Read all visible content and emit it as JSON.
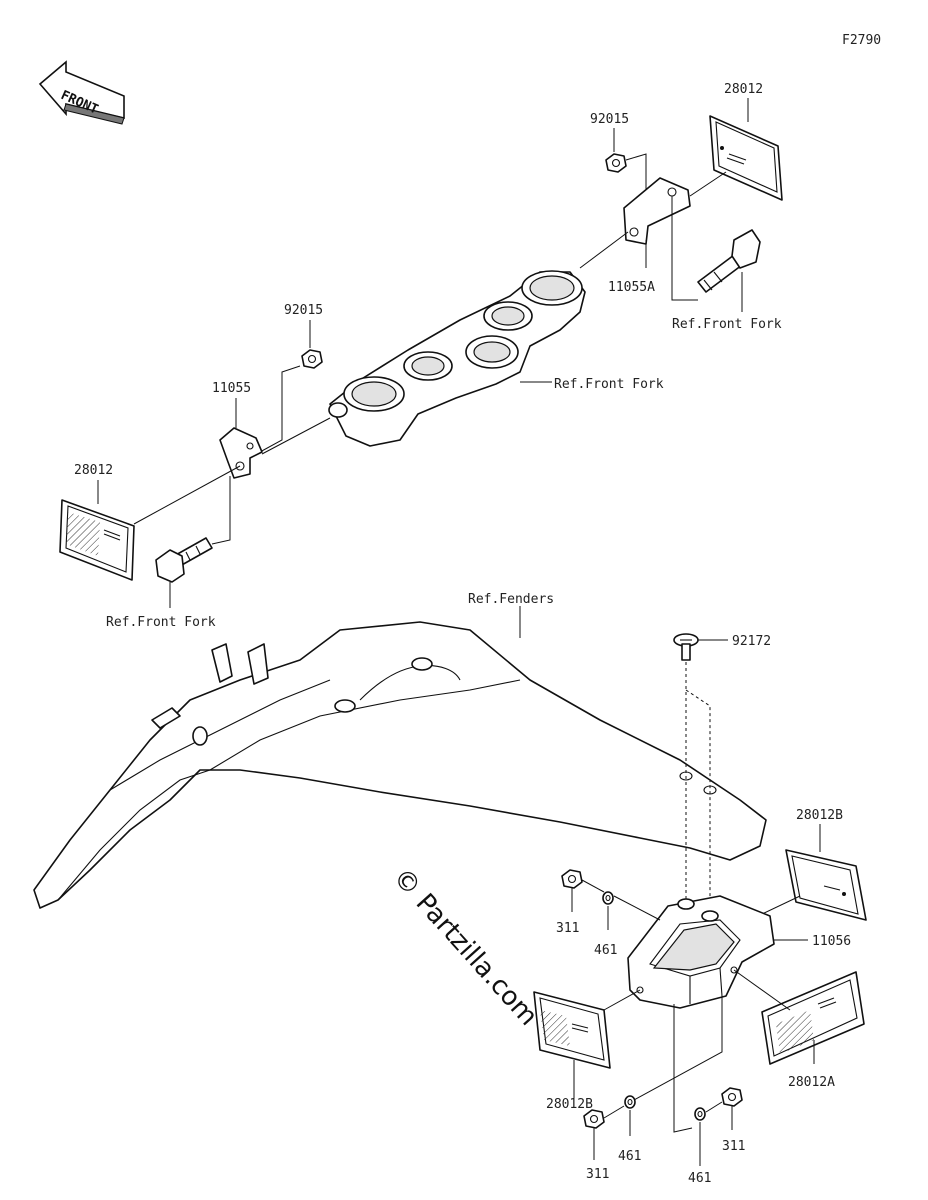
{
  "figure_code": "F2790",
  "front_arrow_label": "FRONT",
  "watermark": "© Partzilla.com",
  "callouts": {
    "reflector_top_right": "28012",
    "nut_top_right": "92015",
    "bracket_right": "11055A",
    "ref_front_fork_right": "Ref.Front Fork",
    "ref_front_fork_center": "Ref.Front Fork",
    "nut_left": "92015",
    "bracket_left": "11055",
    "reflector_left": "28012",
    "ref_front_fork_left": "Ref.Front Fork",
    "ref_fenders": "Ref.Fenders",
    "screw": "92172",
    "reflector_rear_side": "28012B",
    "nut_rear_left": "311",
    "washer_rear_left": "461",
    "rear_bracket": "11056",
    "reflector_rear_bottom_left": "28012B",
    "reflector_rear_bottom_right": "28012A",
    "washer_bottom_left": "461",
    "nut_bottom_left": "311",
    "washer_bottom_right": "461",
    "nut_bottom_right": "311"
  }
}
